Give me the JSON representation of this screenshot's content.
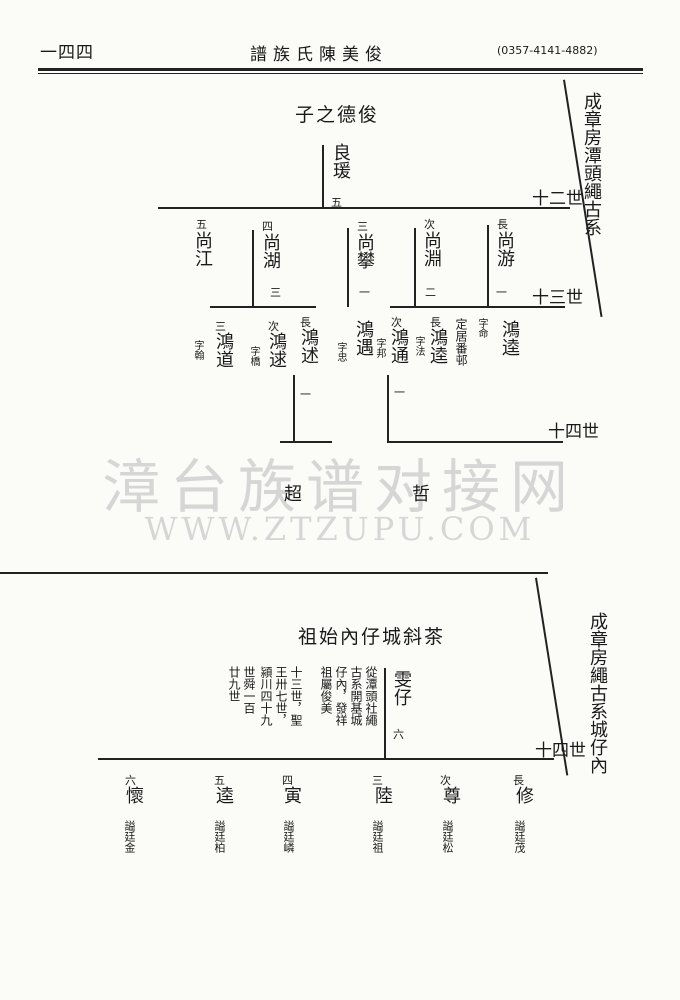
{
  "header": {
    "page_number": "一四四",
    "book_title": "譜族氏陳美俊",
    "phone": "(0357-4141-4882)"
  },
  "watermark": {
    "line1": "漳台族谱对接网",
    "line2": "WWW.ZTZUPU.COM"
  },
  "section1": {
    "side_label": "成章房潭頭繩古系",
    "title": "子之德俊",
    "root": {
      "name": "良瑗",
      "num": "五"
    },
    "gen12": "十二世",
    "gen13": "十三世",
    "gen14": "十四世",
    "sons": [
      {
        "order": "長",
        "name": "尚游",
        "num": "一"
      },
      {
        "order": "次",
        "name": "尚淵",
        "num": "二"
      },
      {
        "order": "三",
        "name": "尚攀",
        "num": "一"
      },
      {
        "order": "四",
        "name": "尚湖",
        "num": "三"
      },
      {
        "order": "五",
        "name": "尚江",
        "num": ""
      }
    ],
    "grandsons": [
      {
        "name": "鴻逵",
        "courtesy": "字命"
      },
      {
        "order": "長",
        "name": "鴻逵",
        "courtesy": "字法",
        "note": "定居番邨"
      },
      {
        "order": "次",
        "name": "鴻通",
        "courtesy": "字邦",
        "num": "一"
      },
      {
        "name": "鴻遇",
        "courtesy": "字忠"
      },
      {
        "order": "長",
        "name": "鴻述",
        "num": "一"
      },
      {
        "order": "次",
        "name": "鴻逑",
        "courtesy": "字橋"
      },
      {
        "order": "三",
        "name": "鴻道",
        "courtesy": "字翰"
      }
    ],
    "great_grandsons": [
      "超",
      "哲"
    ]
  },
  "section2": {
    "side_label": "成章房繩古系城仔內",
    "title": "祖始內仔城斜茶",
    "root": {
      "name": "雯仔",
      "num": "六"
    },
    "note_columns": [
      "從潭頭社繩",
      "古系開基城",
      "仔內，發祥",
      "祖屬俊美",
      "十三世，聖",
      "王卅七世，",
      "潁川四十九",
      "世舜一百",
      "廿九世"
    ],
    "gen14": "十四世",
    "sons": [
      {
        "order": "長",
        "name": "修",
        "posthumous": "謚廷茂"
      },
      {
        "order": "次",
        "name": "尊",
        "posthumous": "謚廷松"
      },
      {
        "order": "三",
        "name": "陸",
        "posthumous": "謚廷祖"
      },
      {
        "order": "四",
        "name": "寅",
        "posthumous": "謚廷嶙"
      },
      {
        "order": "五",
        "name": "逵",
        "posthumous": "謚廷柏"
      },
      {
        "order": "六",
        "name": "懷",
        "posthumous": "謚廷金"
      }
    ]
  }
}
